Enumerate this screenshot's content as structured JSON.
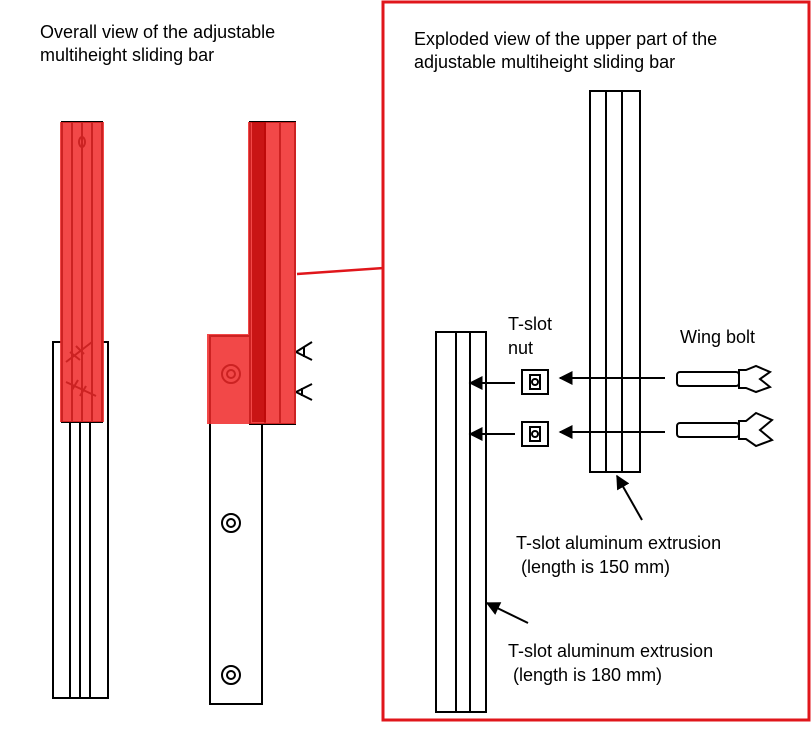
{
  "left_panel": {
    "title_line1": "Overall view of the adjustable",
    "title_line2": "multiheight sliding bar"
  },
  "right_panel": {
    "title_line1": "Exploded view of the upper part of the",
    "title_line2": "adjustable multiheight sliding bar",
    "border_color": "#e0161b"
  },
  "labels": {
    "tslot_nut_line1": "T-slot",
    "tslot_nut_line2": "nut",
    "wing_bolt": "Wing bolt",
    "extrusion_150_line1": "T-slot aluminum extrusion",
    "extrusion_150_line2": " (length is 150 mm)",
    "extrusion_180_line1": "T-slot aluminum extrusion",
    "extrusion_180_line2": " (length is 180 mm)"
  },
  "colors": {
    "highlight": "#f02828",
    "highlight_dark": "#b80000",
    "line": "#000000",
    "callout_line": "#e0161b"
  }
}
